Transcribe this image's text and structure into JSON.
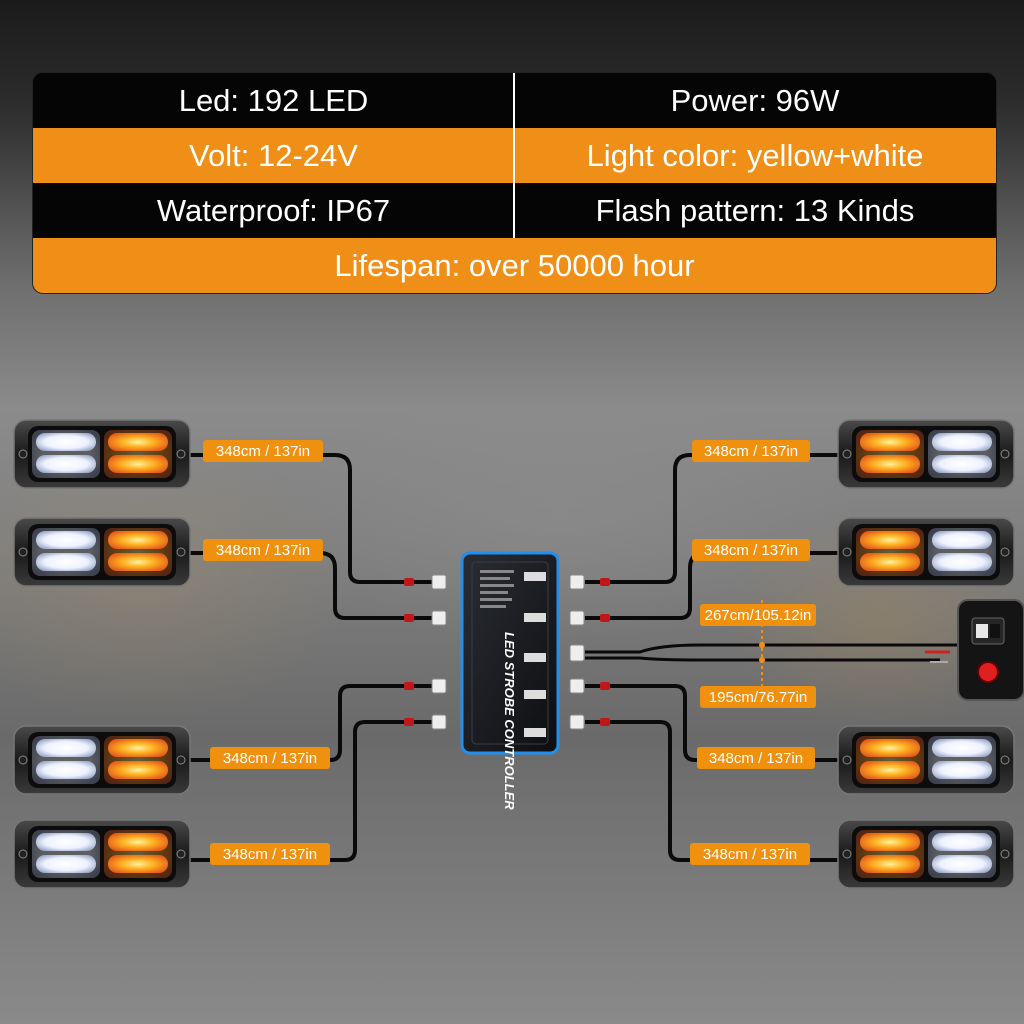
{
  "specs": {
    "led": "Led: 192 LED",
    "power": "Power: 96W",
    "volt": "Volt: 12-24V",
    "light_color": "Light color: yellow+white",
    "waterproof": "Waterproof: IP67",
    "flash_pattern": "Flash pattern: 13 Kinds",
    "lifespan": "Lifespan: over 50000 hour"
  },
  "cables": {
    "left_1": "348cm / 137in",
    "left_2": "348cm / 137in",
    "left_3": "348cm / 137in",
    "left_4": "348cm / 137in",
    "right_1": "348cm / 137in",
    "right_2": "348cm / 137in",
    "right_3": "348cm / 137in",
    "right_4": "348cm / 137in",
    "power_1": "267cm/105.12in",
    "power_2": "195cm/76.77in"
  },
  "controller": {
    "label": "LED STROBE CONTROLLER"
  },
  "colors": {
    "orange": "#f08f17",
    "amber_light": "#ffb020",
    "white_light": "#f4f7ff",
    "controller_edge": "#1f8ff0"
  }
}
